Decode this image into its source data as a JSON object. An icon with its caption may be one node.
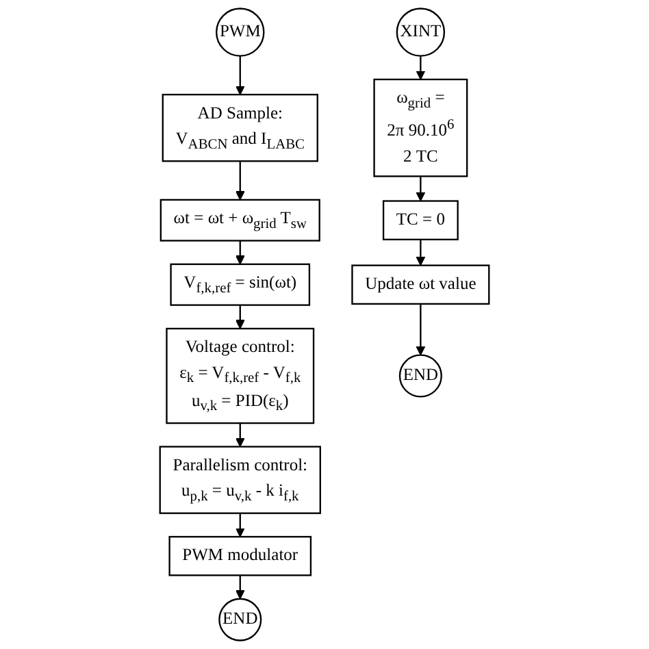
{
  "diagram": {
    "nodes": [
      {
        "text": [
          "PWM"
        ]
      },
      {
        "text": [
          "AD Sample:",
          "V$_{ABCN}$ and I$_{LABC}$"
        ]
      },
      {
        "text": [
          "ωt = ωt + ω$_{grid}$ T$_{sw}$"
        ]
      },
      {
        "text": [
          "V$_{f,k,ref}$ = sin(ωt)"
        ]
      },
      {
        "text": [
          "Voltage control:",
          "ε$_{k}$ = V$_{f,k,ref}$ - V$_{f,k}$",
          "u$_{v,k}$ = PID(ε$_{k}$)"
        ]
      },
      {
        "text": [
          "Parallelism control:",
          "u$_{p,k}$ = u$_{v,k}$ - k i$_{f,k}$"
        ]
      },
      {
        "text": [
          "PWM modulator"
        ]
      },
      {
        "text": [
          "END"
        ]
      },
      {
        "text": [
          "XINT"
        ]
      },
      {
        "text": [
          "ω$_{grid}$ =",
          "2π 90.10$^{6}$",
          "2 TC"
        ]
      },
      {
        "text": [
          "TC = 0"
        ]
      },
      {
        "text": [
          "Update ωt value"
        ]
      },
      {
        "text": [
          "END"
        ]
      }
    ],
    "edges": [
      {
        "from": 0,
        "to": 1,
        "arrow": "to"
      },
      {
        "from": 1,
        "to": 2,
        "arrow": "to"
      },
      {
        "from": 2,
        "to": 3,
        "arrow": "to"
      },
      {
        "from": 3,
        "to": 4,
        "arrow": "to"
      },
      {
        "from": 4,
        "to": 5,
        "arrow": "to"
      },
      {
        "from": 5,
        "to": 6,
        "arrow": "to"
      },
      {
        "from": 6,
        "to": 7,
        "arrow": "to"
      },
      {
        "from": 8,
        "to": 9,
        "arrow": "to"
      },
      {
        "from": 9,
        "to": 10,
        "arrow": "to"
      },
      {
        "from": 10,
        "to": 11,
        "arrow": "to"
      },
      {
        "from": 11,
        "to": 12,
        "arrow": "to"
      }
    ]
  }
}
